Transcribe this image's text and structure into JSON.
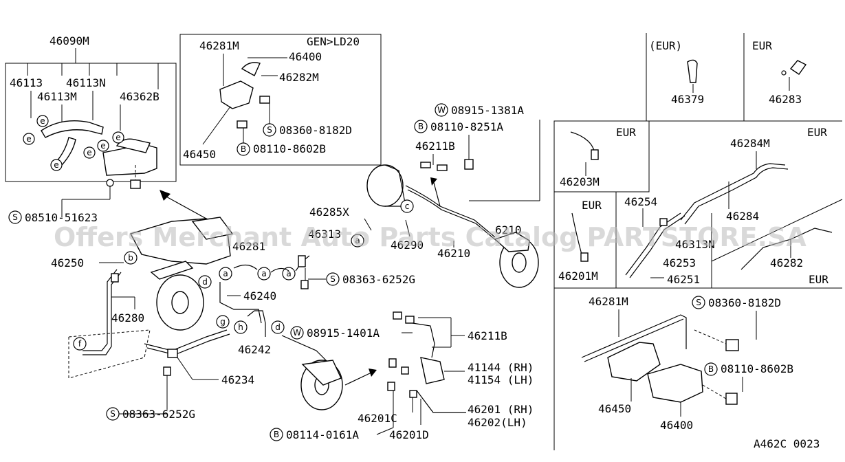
{
  "watermark": "Offers Merchant Auto Parts Catalog PARTSTORE.SA",
  "figure_code": "A462C 0023",
  "panels": {
    "booster_box": {
      "top_label": "46090M",
      "parts": [
        "46113",
        "46113N",
        "46113M",
        "46362B"
      ],
      "screw": "08510-51623",
      "screw_prefix": "S"
    },
    "ld20_box": {
      "tag": "GEN>LD20",
      "parts": [
        "46281M",
        "46400",
        "46282M",
        "46450"
      ],
      "screw": "08360-8182D",
      "screw_prefix": "S",
      "bolt": "08110-8602B",
      "bolt_prefix": "B"
    },
    "eur_a": {
      "tag": "(EUR)",
      "part": "46379"
    },
    "eur_b": {
      "tag": "EUR",
      "part": "46283"
    },
    "eur_c": {
      "tag": "EUR",
      "part": "46203M"
    },
    "eur_d": {
      "tag": "EUR",
      "parts": [
        "46284M",
        "46284"
      ]
    },
    "eur_e": {
      "tag": "EUR",
      "part": "46201M"
    },
    "mid_panel": {
      "parts": [
        "46254",
        "46313N",
        "46253",
        "46251"
      ]
    },
    "eur_f": {
      "tag": "EUR",
      "part": "46282"
    },
    "valve_box": {
      "parts": [
        "46281M",
        "46450",
        "46400"
      ],
      "screw": "08360-8182D",
      "screw_prefix": "S",
      "bolt": "08110-8602B",
      "bolt_prefix": "B"
    }
  },
  "main": {
    "washer_top": "08915-1381A",
    "washer_top_prefix": "W",
    "bolt_top": "08110-8251A",
    "bolt_top_prefix": "B",
    "labels": {
      "p46211B_top": "46211B",
      "p46285X": "46285X",
      "p46313": "46313",
      "p46281": "46281",
      "p46290": "46290",
      "p46210": "46210",
      "p46250": "46250",
      "p46240": "46240",
      "p46280": "46280",
      "p46242": "46242",
      "p46234": "46234",
      "p46211B_bot": "46211B",
      "p41144": "41144 (RH)",
      "p41154": "41154 (LH)",
      "p46201": "46201 (RH)",
      "p46202": "46202(LH)",
      "p46201C": "46201C",
      "p46201D": "46201D"
    },
    "screw_mid": "08363-6252G",
    "screw_mid_prefix": "S",
    "screw_low": "08363-6252G",
    "screw_low_prefix": "S",
    "washer_low": "08915-1401A",
    "washer_low_prefix": "W",
    "bolt_low": "08114-0161A",
    "bolt_low_prefix": "B"
  },
  "callout_letters": [
    "a",
    "b",
    "c",
    "d",
    "e",
    "f",
    "g",
    "h"
  ]
}
